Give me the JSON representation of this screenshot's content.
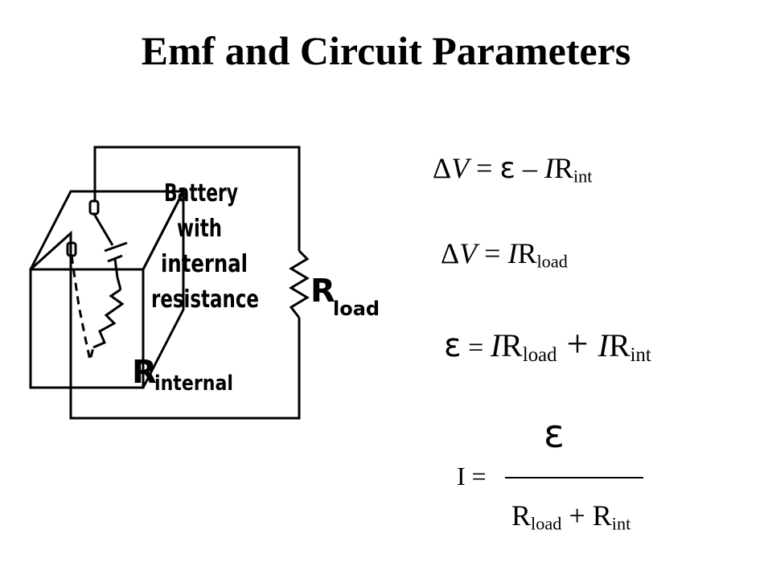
{
  "slide": {
    "title": "Emf and Circuit Parameters"
  },
  "diagram": {
    "battery_label": [
      "Battery",
      "with",
      "internal",
      "resistance"
    ],
    "rload_main": "R",
    "rload_sub": "load",
    "rinternal_main": "R",
    "rinternal_sub": "internal"
  },
  "equations": {
    "eq1": {
      "delta": "Δ",
      "v": "V",
      "eq": " = ",
      "emf": "ε",
      "op": " – ",
      "i": "I",
      "r": "R",
      "sub": "int"
    },
    "eq2": {
      "delta": "Δ",
      "v": "V",
      "eq": " = ",
      "i": "I",
      "r": "R",
      "sub": "load"
    },
    "eq3": {
      "emf": "ε",
      "eq": " = ",
      "i1": "I",
      "r1": "R",
      "sub1": "load",
      "plus": " + ",
      "i2": "I",
      "r2": "R",
      "sub2": "int"
    },
    "eq4": {
      "numerator": "ε",
      "lhs": "I = ",
      "r1": "R",
      "sub1": "load",
      "plus": " + ",
      "r2": "R",
      "sub2": "int"
    }
  }
}
